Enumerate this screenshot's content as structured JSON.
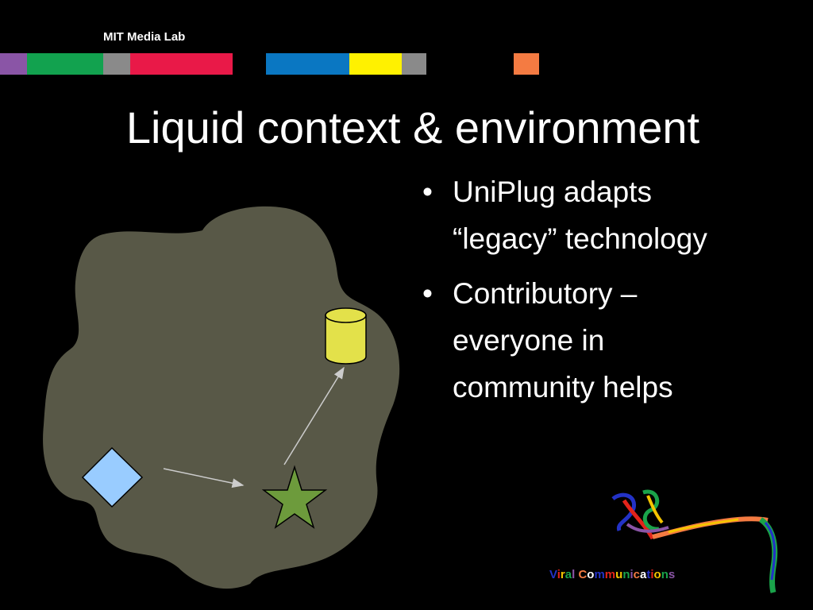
{
  "header": {
    "brand": "MIT Media Lab",
    "stripe_colors": [
      "#8a55a6",
      "#12a24f",
      "#8a8a8a",
      "#e91948",
      "#0a77c2",
      "#fff100",
      "#8a8a8a",
      "#f47b42"
    ]
  },
  "slide": {
    "title": "Liquid context & environment",
    "bullets": [
      {
        "line1": "UniPlug adapts",
        "line2": "“legacy” technology"
      },
      {
        "line1": "Contributory –",
        "line2": "everyone in",
        "line3": "community helps"
      }
    ]
  },
  "diagram": {
    "cloud_color": "#585847",
    "diamond_color": "#99ccff",
    "star_color": "#6d9b3c",
    "cylinder_color": "#e3e14a",
    "arrow_color": "#cccccc"
  },
  "footer": {
    "viral_text": "Viral Communications",
    "viral_colors": [
      "#2332c7",
      "#e2231a",
      "#f5c400",
      "#1aa34a",
      "#8a55a6",
      "#f47b42",
      "#ffffff"
    ]
  }
}
